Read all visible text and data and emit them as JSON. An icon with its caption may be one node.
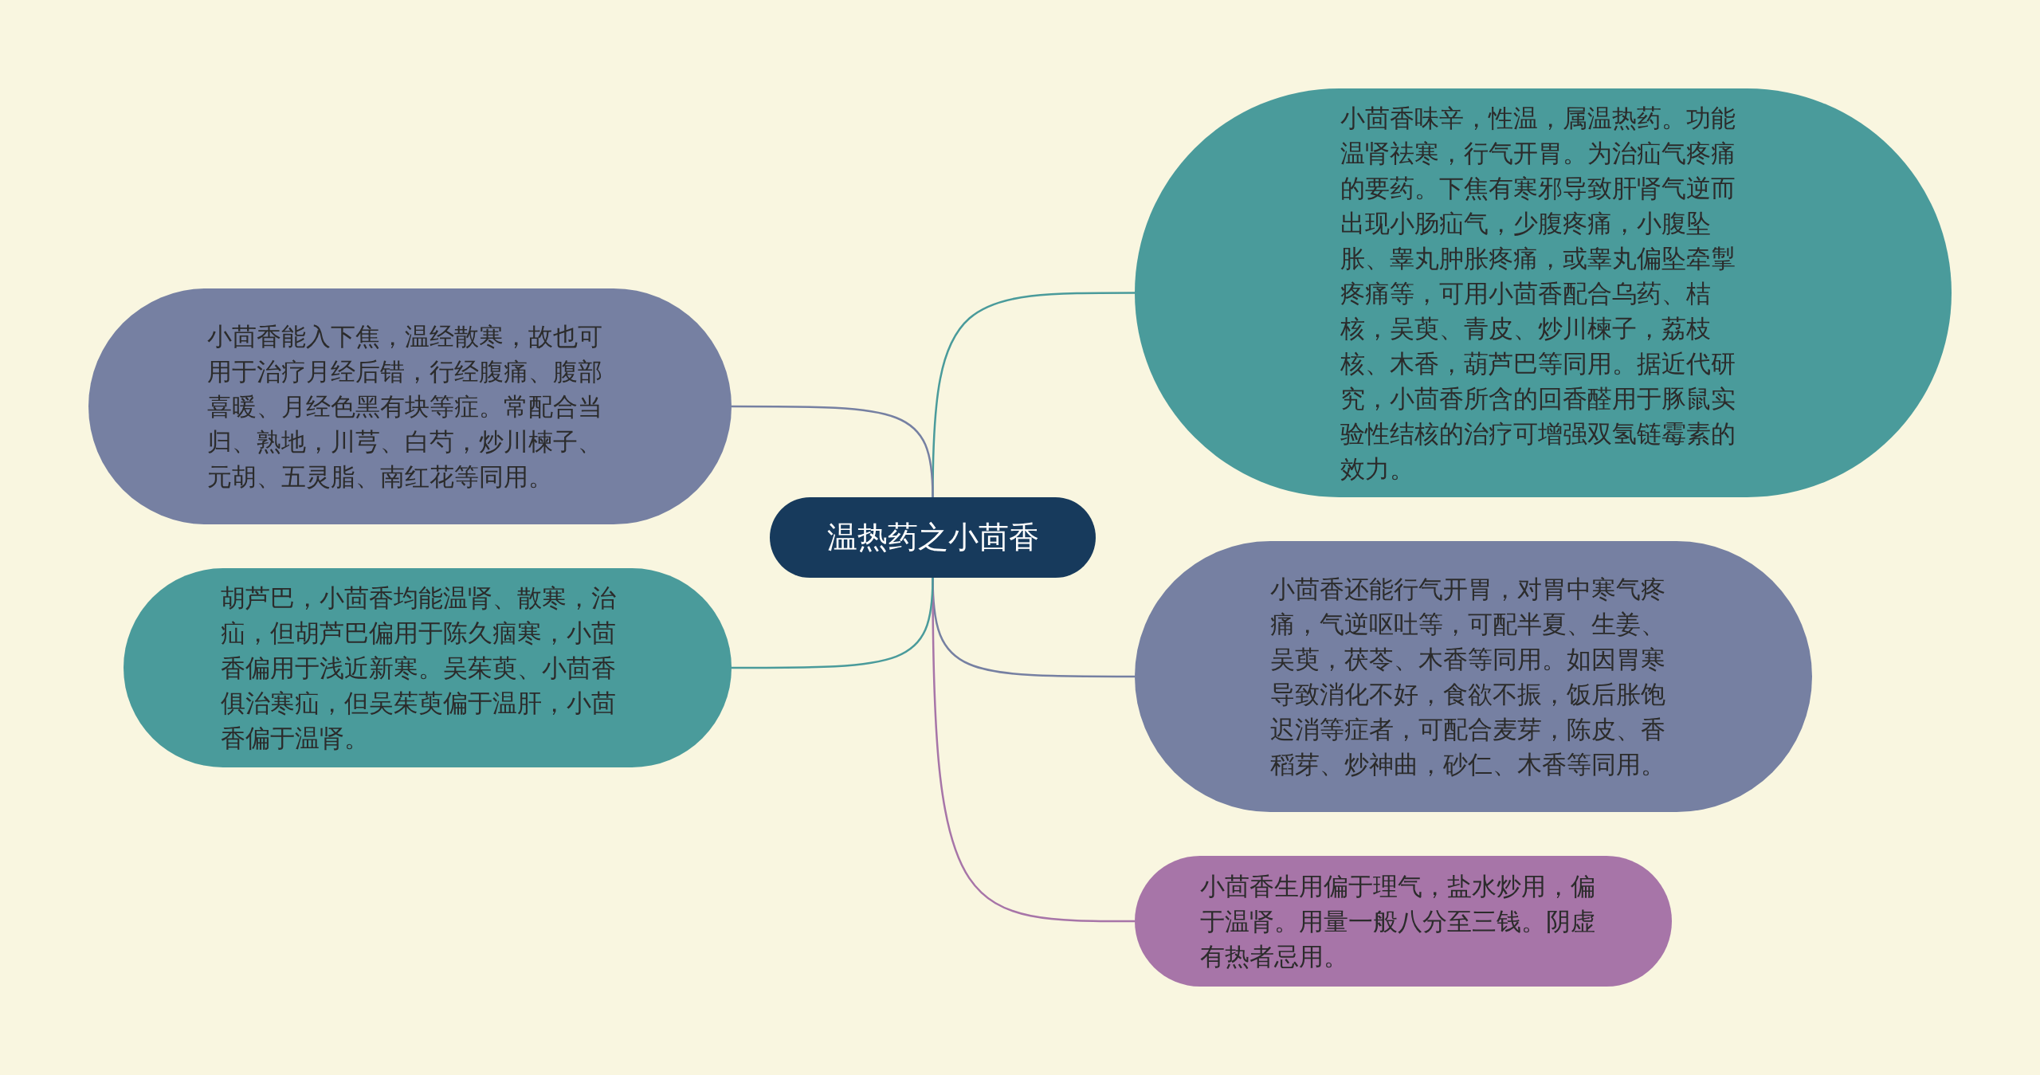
{
  "diagram": {
    "nodes": [
      {
        "text": [
          "温热药之小茴香"
        ]
      },
      {
        "text": [
          "小茴香味辛，性温，属温热药。功能温肾祛寒，行气开胃。为治疝气疼痛的要药。下焦有寒邪导致肝肾气逆而出现小肠疝气，少腹疼痛，小腹坠胀、睾丸肿胀疼痛，或睾丸偏坠牵掣疼痛等，可用小茴香配合乌药、桔核，吴萸、青皮、炒川楝子，荔枝核、木香，葫芦巴等同用。据近代研究，小茴香所含的回香醛用于豚鼠实验性结核的治疗可增强双氢链霉素的效力。"
        ]
      },
      {
        "text": [
          "小茴香还能行气开胃，对胃中寒气疼痛，气逆呕吐等，可配半夏、生姜、吴萸，茯苓、木香等同用。如因胃寒导致消化不好，食欲不振，饭后胀饱迟消等症者，可配合麦芽，陈皮、香稻芽、炒神曲，砂仁、木香等同用。"
        ]
      },
      {
        "text": [
          "小茴香生用偏于理气，盐水炒用，偏于温肾。用量一般八分至三钱。阴虚有热者忌用。"
        ]
      },
      {
        "text": [
          "小茴香能入下焦，温经散寒，故也可用于治疗月经后错，行经腹痛、腹部喜暖、月经色黑有块等症。常配合当归、熟地，川芎、白芍，炒川楝子、元胡、五灵脂、南红花等同用。"
        ]
      },
      {
        "text": [
          "胡芦巴，小茴香均能温肾、散寒，治疝，但胡芦巴偏用于陈久痼寒，小茴香偏用于浅近新寒。吴茱萸、小茴香俱治寒疝，但吴茱萸偏于温肝，小茴香偏于温肾。"
        ]
      }
    ],
    "edges": [
      {
        "from": 0,
        "to": 1,
        "arrow": "none",
        "color": "#4a9b9b"
      },
      {
        "from": 0,
        "to": 2,
        "arrow": "none",
        "color": "#7680a2"
      },
      {
        "from": 0,
        "to": 3,
        "arrow": "none",
        "color": "#a775a8"
      },
      {
        "from": 0,
        "to": 4,
        "arrow": "none",
        "color": "#7680a2"
      },
      {
        "from": 0,
        "to": 5,
        "arrow": "none",
        "color": "#4a9b9b"
      }
    ]
  }
}
